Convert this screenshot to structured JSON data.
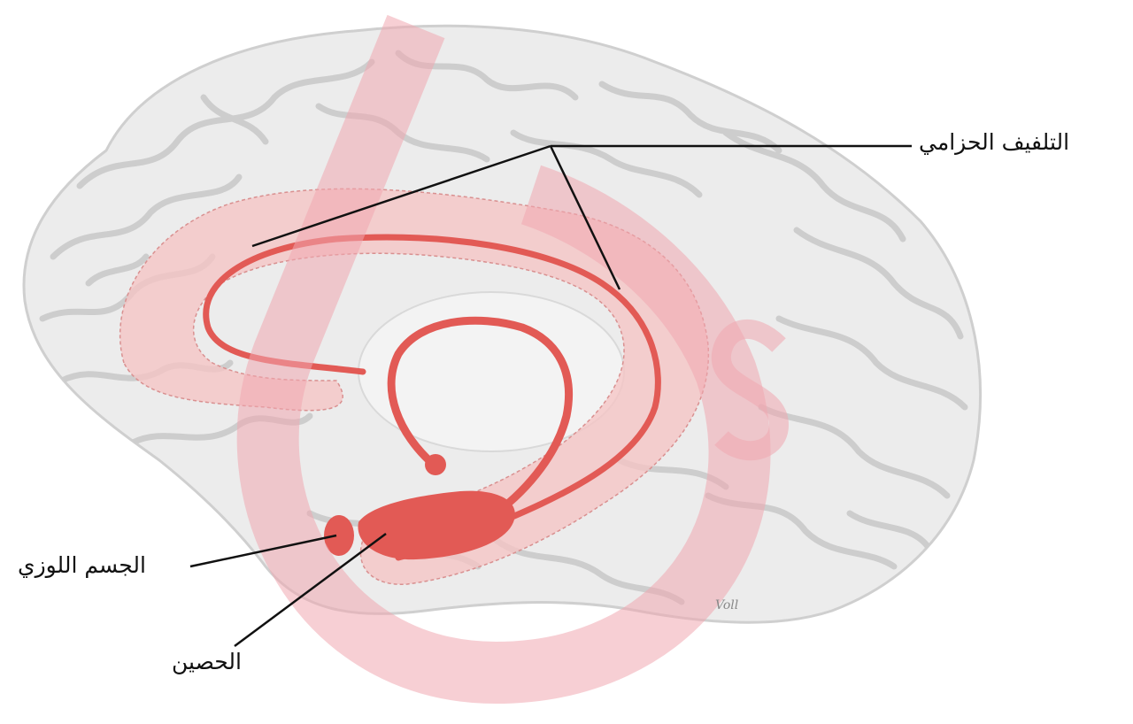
{
  "labels": {
    "cingulate_gyrus": "التلفيف الحزامي",
    "amygdala": "الجسم اللوزي",
    "hippocampus": "الحصين"
  },
  "artist_signature": "Voll",
  "colors": {
    "brain_fill": "#ececec",
    "brain_outline": "#d2d2d2",
    "gyrus_fold": "#cdcdcd",
    "limbic_red": "#e25a55",
    "limbic_highlight": "#f6c3c3",
    "watermark": "#f0a8b0",
    "leader_line": "#111111"
  },
  "icons": {
    "watermark": "logo-watermark"
  }
}
